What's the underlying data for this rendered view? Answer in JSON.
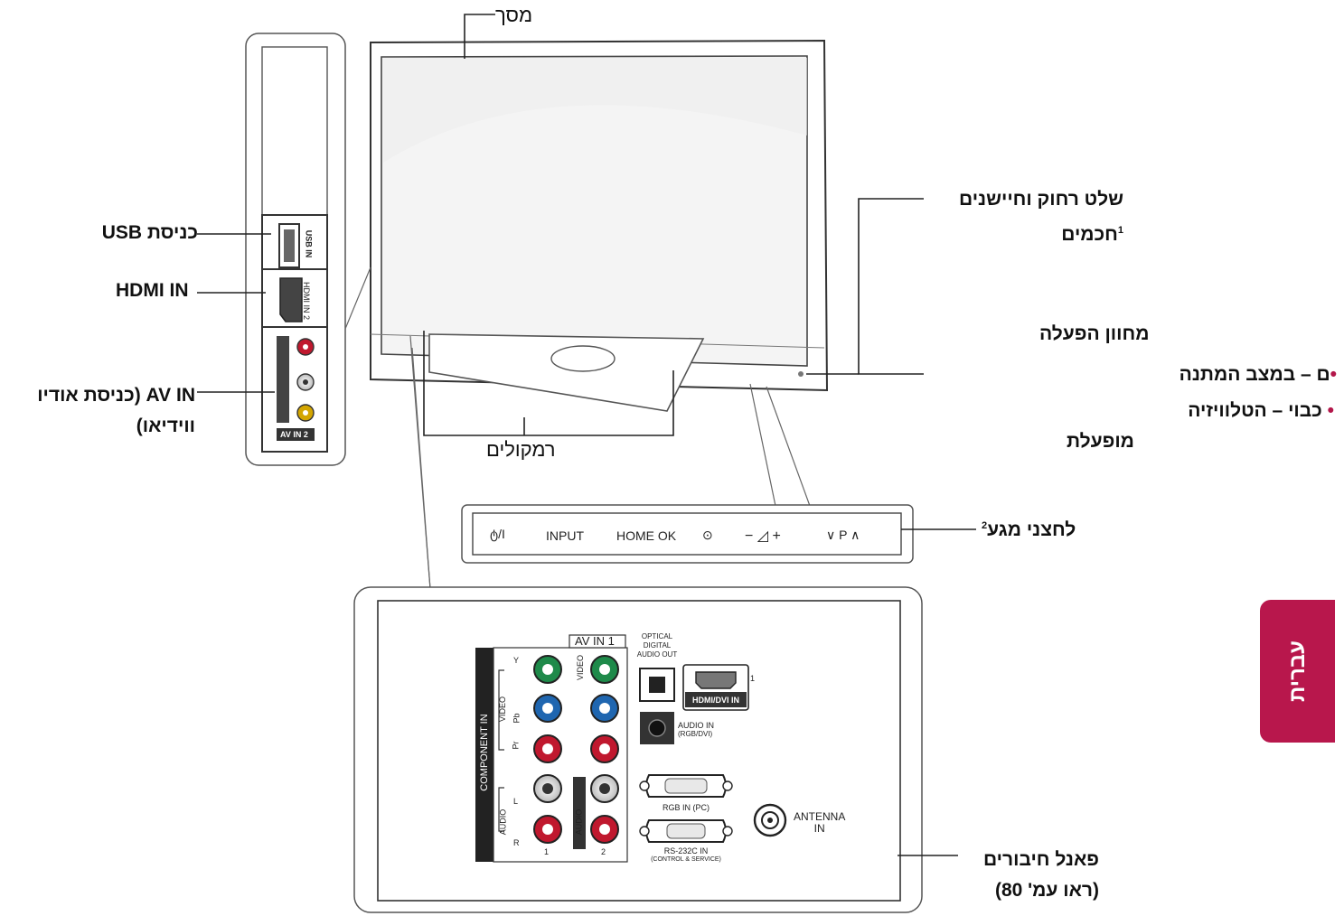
{
  "labels": {
    "screen": "מסך",
    "remote_sensors_line1": "שלט רחוק וחיישנים",
    "remote_sensors_line2": "חכמים",
    "remote_sensors_sup": "1",
    "power_indicator": "מחוון הפעלה",
    "standby": "ם – במצב המתנה",
    "off_on_line1": "כבוי – הטלוויזיה",
    "off_on_line2": "מופעלת",
    "speakers": "רמקולים",
    "touch_buttons": "לחצני מגע",
    "touch_buttons_sup": "2",
    "connection_panel_line1": "פאנל חיבורים",
    "connection_panel_line2": "(ראו עמ' 80)",
    "usb_port": "כניסת USB",
    "hdmi_in": "HDMI IN",
    "av_in_line1": "AV IN (כניסת אודיו",
    "av_in_line2": "ווידיאו)"
  },
  "touch_panel": {
    "power": "ტ/I",
    "input": "INPUT",
    "home_ok": "HOME OK",
    "settings": "⊙",
    "volume": "− ◿ +",
    "program": "∨ P ∧"
  },
  "side_panel": {
    "usb_in": "USB IN",
    "hdmi_in_2": "HDMI IN 2",
    "av_in_2": "AV IN 2"
  },
  "back_panel": {
    "av_in_1": "AV IN 1",
    "component_in": "COMPONENT IN",
    "video": "VIDEO",
    "audio": "AUDIO",
    "y": "Y",
    "pb": "Pb",
    "pr": "Pr",
    "l": "L",
    "r": "R",
    "num1": "1",
    "num2": "2",
    "optical_line1": "OPTICAL",
    "optical_line2": "DIGITAL",
    "optical_line3": "AUDIO OUT",
    "hdmi_dvi": "HDMI/DVI IN",
    "hdmi_num": "1",
    "audio_in_line1": "AUDIO IN",
    "audio_in_line2": "(RGB/DVI)",
    "rgb_in": "RGB IN (PC)",
    "rs232_line1": "RS-232C IN",
    "rs232_line2": "(CONTROL & SERVICE)",
    "antenna_line1": "ANTENNA",
    "antenna_line2": "IN"
  },
  "language_tab": "עברית",
  "colors": {
    "accent": "#b8174c",
    "green_jack": "#1e8a4a",
    "blue_jack": "#1f66b0",
    "red_jack": "#c0182e",
    "yellow_jack": "#d3a500"
  }
}
